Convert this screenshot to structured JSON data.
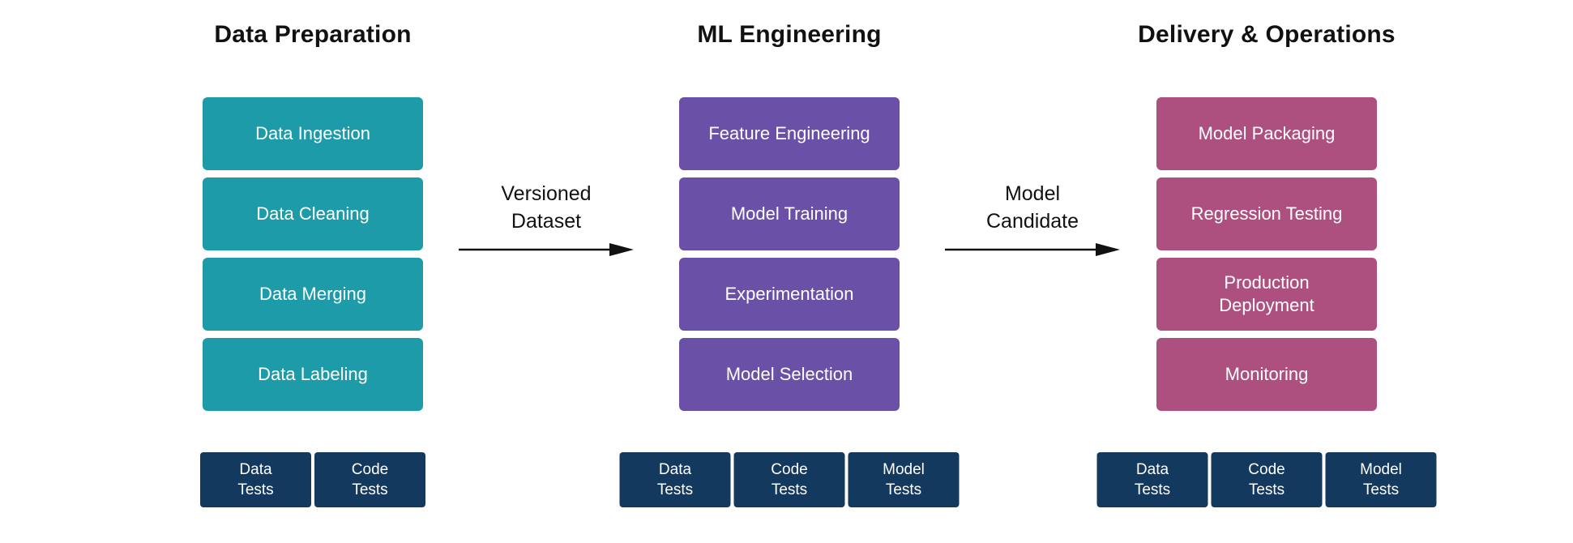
{
  "diagram": {
    "background": "#ffffff",
    "text_color": "#111111",
    "test_box_color": "#14395e",
    "columns": [
      {
        "title": "Data Preparation",
        "color": "#1d9ba8",
        "boxes": [
          "Data Ingestion",
          "Data Cleaning",
          "Data Merging",
          "Data Labeling"
        ],
        "tests": [
          "Data\nTests",
          "Code\nTests"
        ]
      },
      {
        "title": "ML Engineering",
        "color": "#6a50a7",
        "boxes": [
          "Feature Engineering",
          "Model Training",
          "Experimentation",
          "Model Selection"
        ],
        "tests": [
          "Data\nTests",
          "Code\nTests",
          "Model\nTests"
        ]
      },
      {
        "title": "Delivery & Operations",
        "color": "#ad5080",
        "boxes": [
          "Model Packaging",
          "Regression Testing",
          "Production\nDeployment",
          "Monitoring"
        ],
        "tests": [
          "Data\nTests",
          "Code\nTests",
          "Model\nTests"
        ]
      }
    ],
    "arrows": [
      {
        "label": "Versioned\nDataset"
      },
      {
        "label": "Model\nCandidate"
      }
    ]
  }
}
